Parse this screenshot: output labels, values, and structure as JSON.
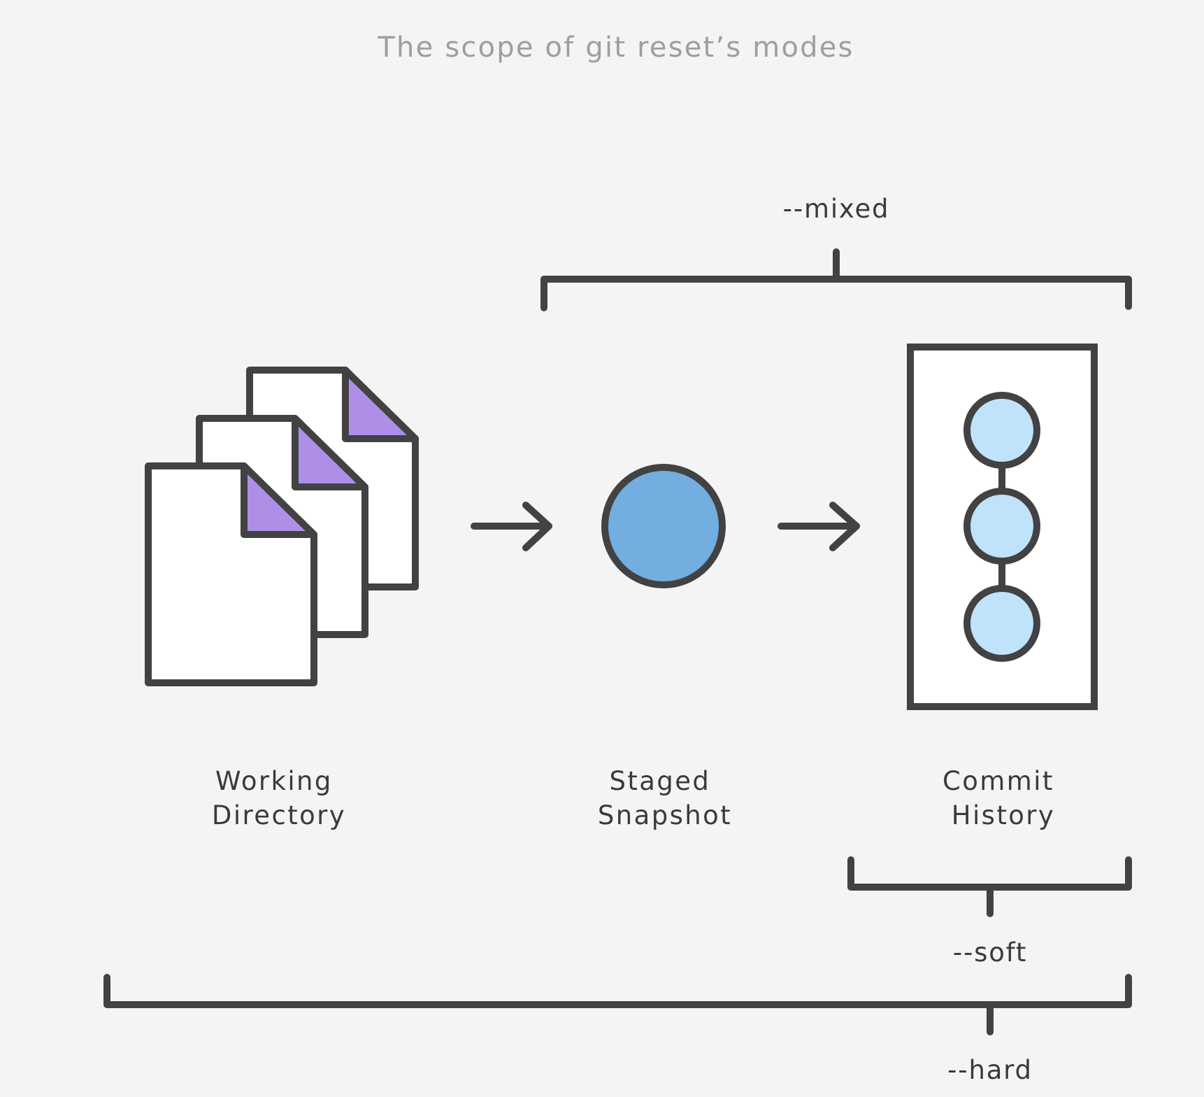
{
  "title": "The scope of git reset’s modes",
  "stages": {
    "working_directory": {
      "line1": "Working",
      "line2": "Directory",
      "icon": "stacked-documents-icon"
    },
    "staged_snapshot": {
      "line1": "Staged",
      "line2": "Snapshot",
      "icon": "snapshot-circle-icon"
    },
    "commit_history": {
      "line1": "Commit",
      "line2": "History",
      "icon": "commit-chain-icon"
    }
  },
  "modes": {
    "mixed": "--mixed",
    "soft": "--soft",
    "hard": "--hard"
  },
  "colors": {
    "background": "#f4f4f4",
    "stroke": "#424242",
    "document_fold": "#ae8fe8",
    "snapshot_fill": "#72aee0",
    "commit_fill": "#c0e2fb",
    "title_text": "#9e9e9e"
  }
}
